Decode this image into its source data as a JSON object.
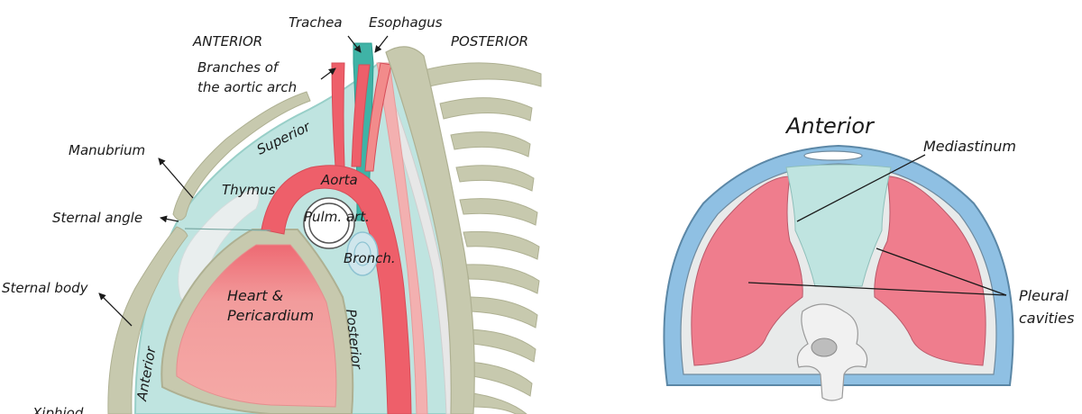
{
  "sagittal": {
    "orientation": {
      "anterior": "ANTERIOR",
      "posterior": "POSTERIOR"
    },
    "labels": {
      "trachea": "Trachea",
      "esophagus": "Esophagus",
      "aortic_branches_line1": "Branches of",
      "aortic_branches_line2": "the aortic arch",
      "manubrium": "Manubrium",
      "sternal_angle": "Sternal angle",
      "sternal_body": "Sternal body",
      "xiphoid": "Xiphiod",
      "superior": "Superior",
      "thymus": "Thymus",
      "aorta": "Aorta",
      "pulm_art": "Pulm. art.",
      "bronch": "Bronch.",
      "heart_line1": "Heart &",
      "heart_line2": "Pericardium",
      "anterior_region": "Anterior",
      "posterior_region": "Posterior"
    },
    "colors": {
      "bone": "#c7c9ae",
      "bone_edge": "#aeb092",
      "mediastinum": "#bfe4e0",
      "heart": "#f2a6a6",
      "aorta": "#ee5f6a",
      "trachea": "#3fb3a6"
    }
  },
  "axial": {
    "title": "Anterior",
    "labels": {
      "mediastinum": "Mediastinum",
      "pleural_line1": "Pleural",
      "pleural_line2": "cavities"
    },
    "colors": {
      "body_wall": "#8fc0e3",
      "pleura": "#ef7d8d",
      "mediastinum": "#bfe4e0",
      "vertebra": "#f1f1f1"
    }
  }
}
